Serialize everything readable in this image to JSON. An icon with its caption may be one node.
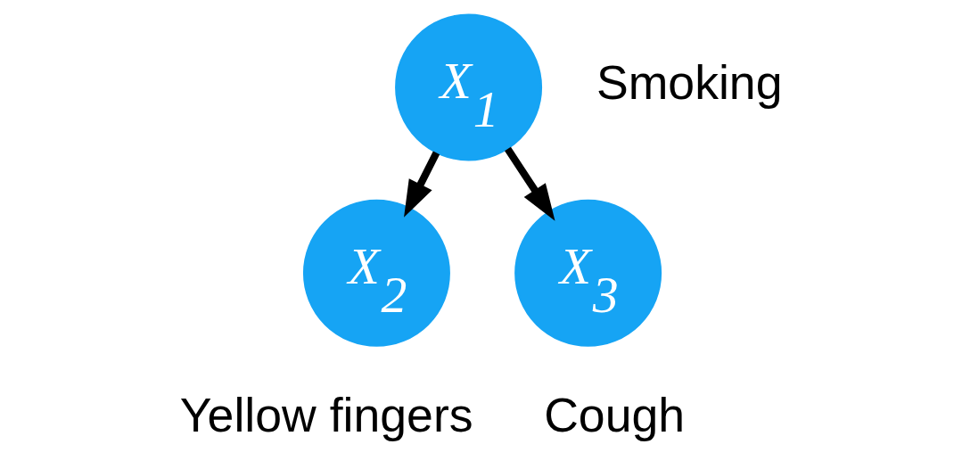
{
  "diagram": {
    "nodes": [
      {
        "text": [
          "X$_{1}$"
        ],
        "beside": [
          "Smoking"
        ]
      },
      {
        "text": [
          "X$_{2}$"
        ],
        "beside": [
          "Yellow fingers"
        ]
      },
      {
        "text": [
          "X$_{3}$"
        ],
        "beside": [
          "Cough"
        ]
      }
    ],
    "edges": [
      {
        "from": 0,
        "to": 1,
        "arrow": "to"
      },
      {
        "from": 0,
        "to": 2,
        "arrow": "to"
      }
    ]
  }
}
